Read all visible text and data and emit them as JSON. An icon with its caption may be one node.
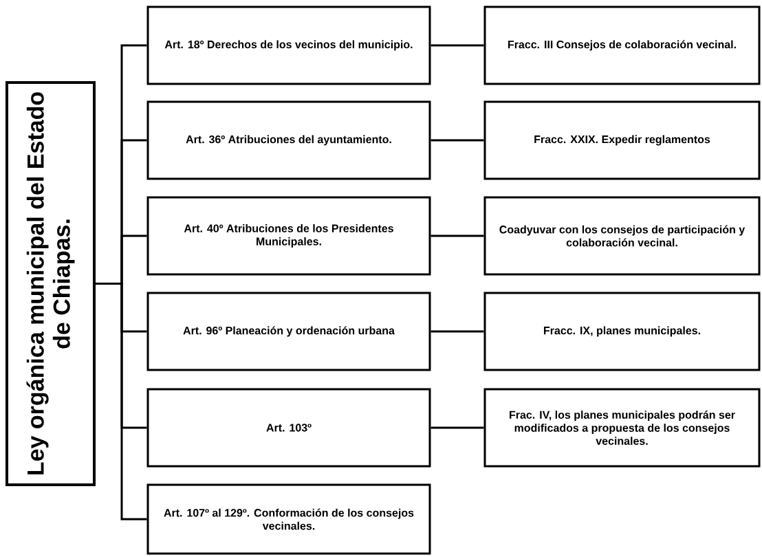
{
  "diagram": {
    "nodes": [
      {
        "text": [
          "Ley orgánica municipal del Estado de Chiapas."
        ]
      },
      {
        "text": [
          "Art. 18º Derechos de los vecinos del municipio."
        ]
      },
      {
        "text": [
          "Fracc. III Consejos de colaboración vecinal."
        ]
      },
      {
        "text": [
          "Art. 36º  Atribuciones del ayuntamiento."
        ]
      },
      {
        "text": [
          "Fracc. XXIX. Expedir reglamentos"
        ]
      },
      {
        "text": [
          "Art. 40º  Atribuciones de los Presidentes Municipales."
        ]
      },
      {
        "text": [
          "Coadyuvar con los consejos de participación y colaboración vecinal."
        ]
      },
      {
        "text": [
          "Art. 96º Planeación y ordenación urbana"
        ]
      },
      {
        "text": [
          "Fracc. IX, planes municipales."
        ]
      },
      {
        "text": [
          "Art. 103º"
        ]
      },
      {
        "text": [
          "Frac. IV, los planes municipales podrán ser modificados a propuesta de los consejos vecinales."
        ]
      },
      {
        "text": [
          "Art. 107º al 129º. Conformación de los consejos vecinales."
        ]
      }
    ],
    "edges": [
      {
        "from": 0,
        "to": 1,
        "arrow": "none"
      },
      {
        "from": 0,
        "to": 3,
        "arrow": "none"
      },
      {
        "from": 0,
        "to": 5,
        "arrow": "none"
      },
      {
        "from": 0,
        "to": 7,
        "arrow": "none"
      },
      {
        "from": 0,
        "to": 9,
        "arrow": "none"
      },
      {
        "from": 0,
        "to": 11,
        "arrow": "none"
      },
      {
        "from": 1,
        "to": 2,
        "arrow": "none"
      },
      {
        "from": 3,
        "to": 4,
        "arrow": "none"
      },
      {
        "from": 5,
        "to": 6,
        "arrow": "none"
      },
      {
        "from": 7,
        "to": 8,
        "arrow": "none"
      },
      {
        "from": 9,
        "to": 10,
        "arrow": "none"
      }
    ]
  }
}
